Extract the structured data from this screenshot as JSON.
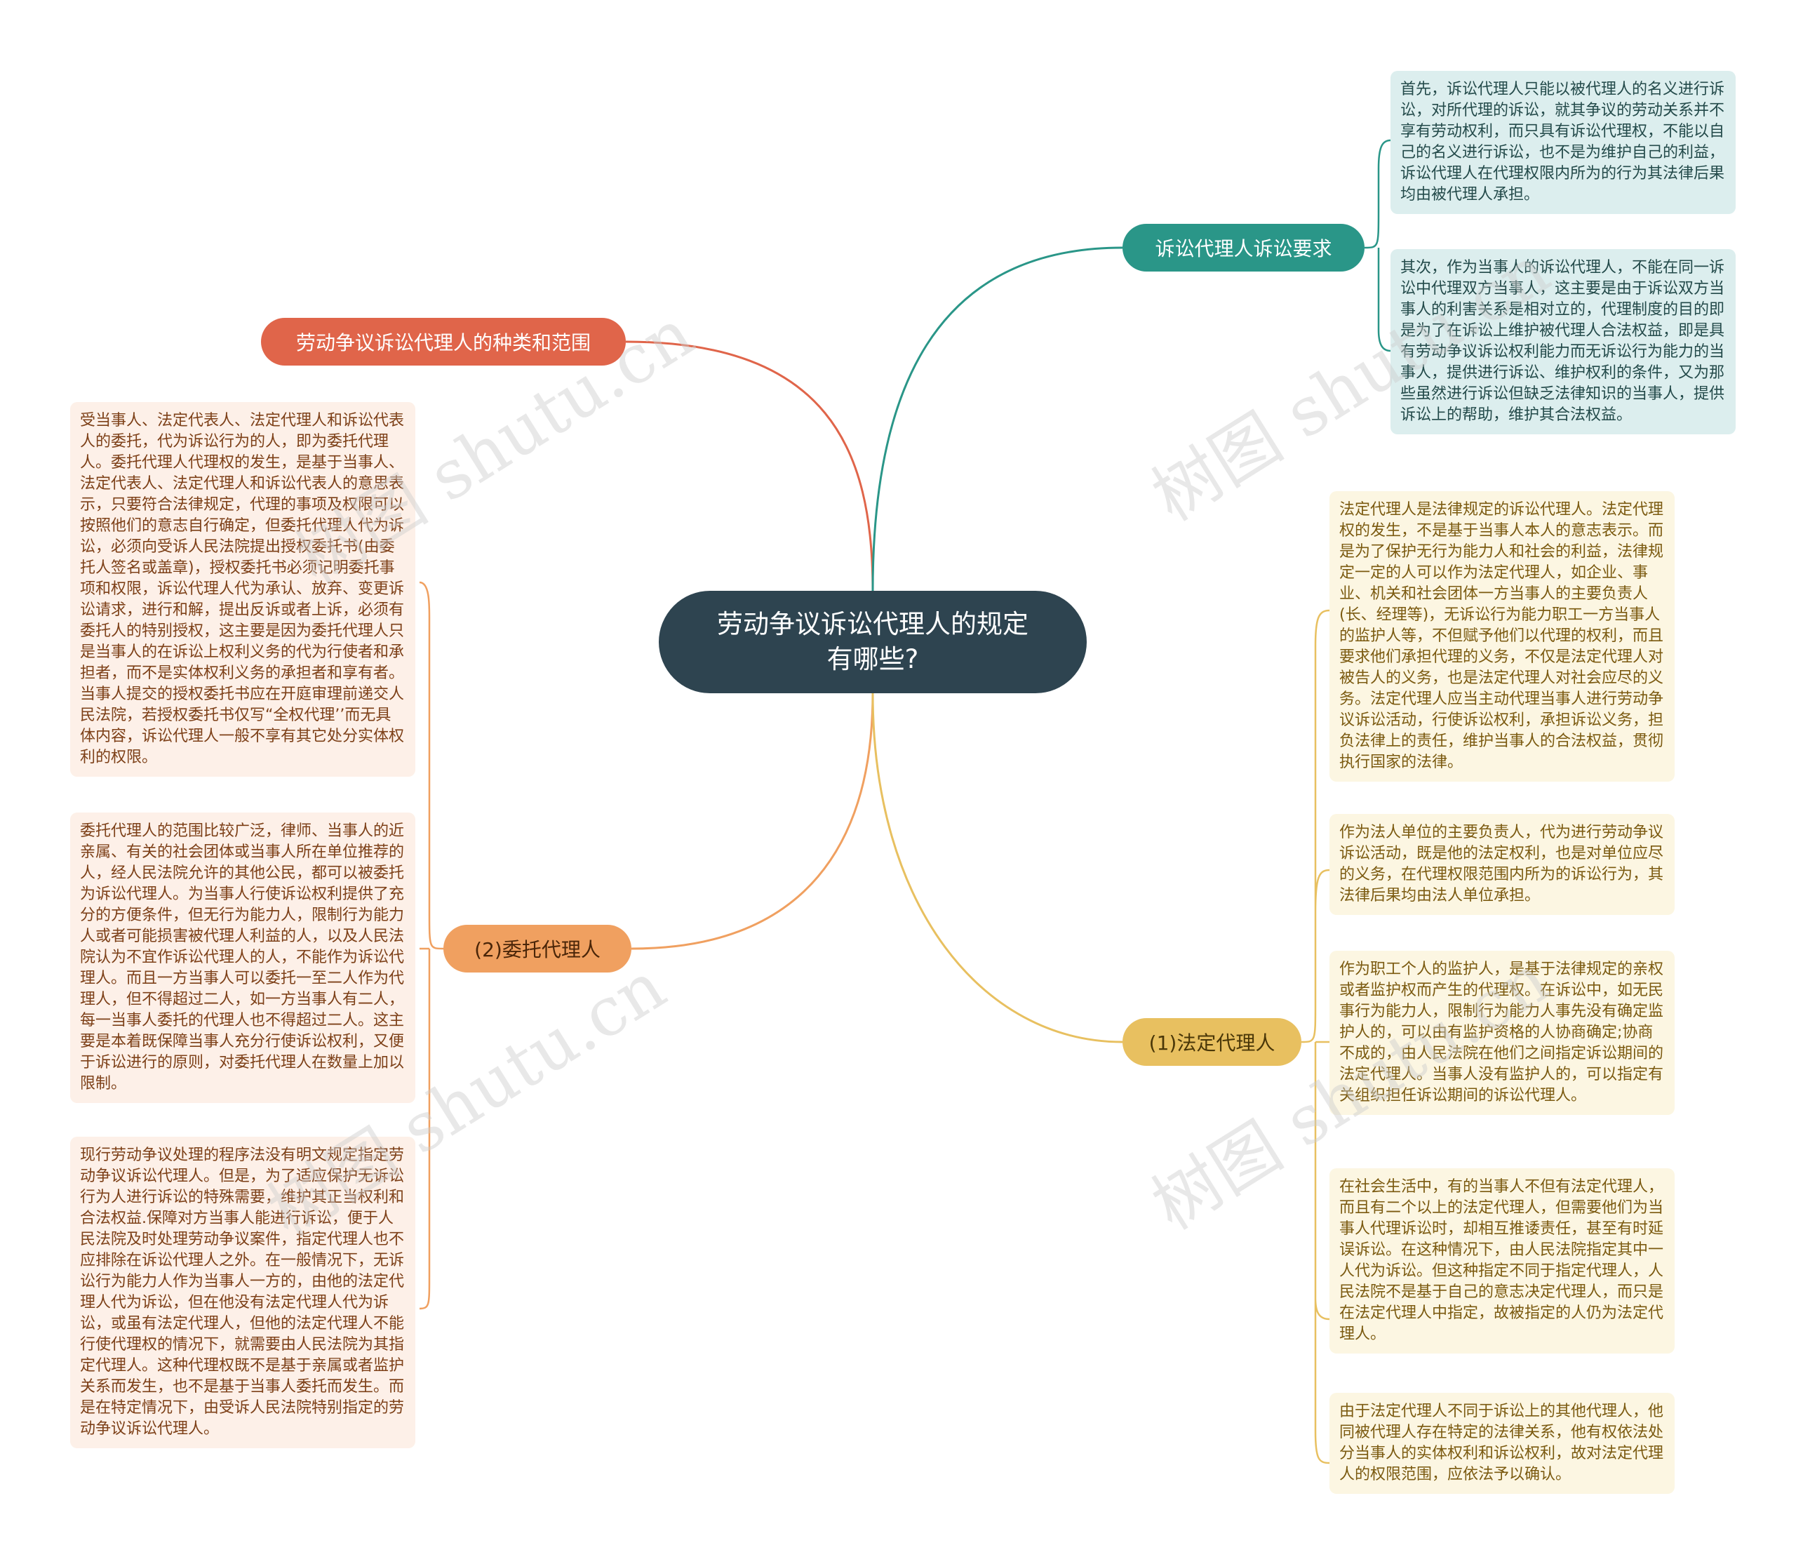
{
  "center": {
    "title": "劳动争议诉讼代理人的规定有哪些?",
    "color": "#2e4450"
  },
  "watermark": "树图 shutu.cn",
  "branches": [
    {
      "id": "types",
      "label": "劳动争议诉讼代理人的种类和范围",
      "color": "#e0654a",
      "leaves": []
    },
    {
      "id": "entrusted",
      "label": "(2)委托代理人",
      "color": "#f0a060",
      "leaves": [
        "受当事人、法定代表人、法定代理人和诉讼代表人的委托，代为诉讼行为的人，即为委托代理人。委托代理人代理权的发生，是基于当事人、法定代表人、法定代理人和诉讼代表人的意思表示，只要符合法律规定，代理的事项及权限可以按照他们的意志自行确定，但委托代理人代为诉讼，必须向受诉人民法院提出授权委托书(由委托人签名或盖章)，授权委托书必须记明委托事项和权限，诉讼代理人代为承认、放弃、变更诉讼请求，进行和解，提出反诉或者上诉，必须有委托人的特别授权，这主要是因为委托代理人只是当事人的在诉讼上权利义务的代为行使者和承担者，而不是实体权利义务的承担者和享有者。当事人提交的授权委托书应在开庭审理前递交人民法院，若授权委托书仅写“全权代理’’而无具体内容，诉讼代理人一般不享有其它处分实体权利的权限。",
        "委托代理人的范围比较广泛，律师、当事人的近亲属、有关的社会团体或当事人所在单位推荐的人，经人民法院允许的其他公民，都可以被委托为诉讼代理人。为当事人行使诉讼权利提供了充分的方便条件，但无行为能力人，限制行为能力人或者可能损害被代理人利益的人，以及人民法院认为不宜作诉讼代理人的人，不能作为诉讼代理人。而且一方当事人可以委托一至二人作为代理人，但不得超过二人，如一方当事人有二人，每一当事人委托的代理人也不得超过二人。这主要是本着既保障当事人充分行使诉讼权利，又便于诉讼进行的原则，对委托代理人在数量上加以限制。",
        "现行劳动争议处理的程序法没有明文规定指定劳动争议诉讼代理人。但是，为了适应保护无诉讼行为人进行诉讼的特殊需要，维护其正当权利和合法权益.保障对方当事人能进行诉讼，便于人民法院及时处理劳动争议案件，指定代理人也不应排除在诉讼代理人之外。在一般情况下，无诉讼行为能力人作为当事人一方的，由他的法定代理人代为诉讼，但在他没有法定代理人代为诉讼，或虽有法定代理人，但他的法定代理人不能行使代理权的情况下，就需要由人民法院为其指定代理人。这种代理权既不是基于亲属或者监护关系而发生，也不是基于当事人委托而发生。而是在特定情况下，由受诉人民法院特别指定的劳动争议诉讼代理人。"
      ]
    },
    {
      "id": "requirements",
      "label": "诉讼代理人诉讼要求",
      "color": "#2a9688",
      "leaves": [
        "首先，诉讼代理人只能以被代理人的名义进行诉讼，对所代理的诉讼，就其争议的劳动关系并不享有劳动权利，而只具有诉讼代理权，不能以自己的名义进行诉讼，也不是为维护自己的利益，诉讼代理人在代理权限内所为的行为其法律后果均由被代理人承担。",
        "其次，作为当事人的诉讼代理人，不能在同一诉讼中代理双方当事人，这主要是由于诉讼双方当事人的利害关系是相对立的，代理制度的目的即是为了在诉讼上维护被代理人合法权益，即是具有劳动争议诉讼权利能力而无诉讼行为能力的当事人，提供进行诉讼、维护权利的条件，又为那些虽然进行诉讼但缺乏法律知识的当事人，提供诉讼上的帮助，维护其合法权益。"
      ]
    },
    {
      "id": "statutory",
      "label": "(1)法定代理人",
      "color": "#e8c060",
      "leaves": [
        "法定代理人是法律规定的诉讼代理人。法定代理权的发生，不是基于当事人本人的意志表示。而是为了保护无行为能力人和社会的利益，法律规定一定的人可以作为法定代理人，如企业、事业、机关和社会团体一方当事人的主要负责人(长、经理等)，无诉讼行为能力职工一方当事人的监护人等，不但赋予他们以代理的权利，而且要求他们承担代理的义务，不仅是法定代理人对被告人的义务，也是法定代理人对社会应尽的义务。法定代理人应当主动代理当事人进行劳动争议诉讼活动，行使诉讼权利，承担诉讼义务，担负法律上的责任，维护当事人的合法权益，贯彻执行国家的法律。",
        "作为法人单位的主要负责人，代为进行劳动争议诉讼活动，既是他的法定权利，也是对单位应尽的义务，在代理权限范围内所为的诉讼行为，其法律后果均由法人单位承担。",
        "作为职工个人的监护人，是基于法律规定的亲权或者监护权而产生的代理权。在诉讼中，如无民事行为能力人，限制行为能力人事先没有确定监护人的，可以由有监护资格的人协商确定;协商不成的，由人民法院在他们之间指定诉讼期间的法定代理人。当事人没有监护人的，可以指定有关组织担任诉讼期间的诉讼代理人。",
        "在社会生活中，有的当事人不但有法定代理人，而且有二个以上的法定代理人，但需要他们为当事人代理诉讼时，却相互推诿责任，甚至有时延误诉讼。在这种情况下，由人民法院指定其中一人代为诉讼。但这种指定不同于指定代理人，人民法院不是基于自己的意志决定代理人，而只是在法定代理人中指定，故被指定的人仍为法定代理人。",
        "由于法定代理人不同于诉讼上的其他代理人，他同被代理人存在特定的法律关系，他有权依法处分当事人的实体权利和诉讼权利，故对法定代理人的权限范围，应依法予以确认。"
      ]
    }
  ]
}
